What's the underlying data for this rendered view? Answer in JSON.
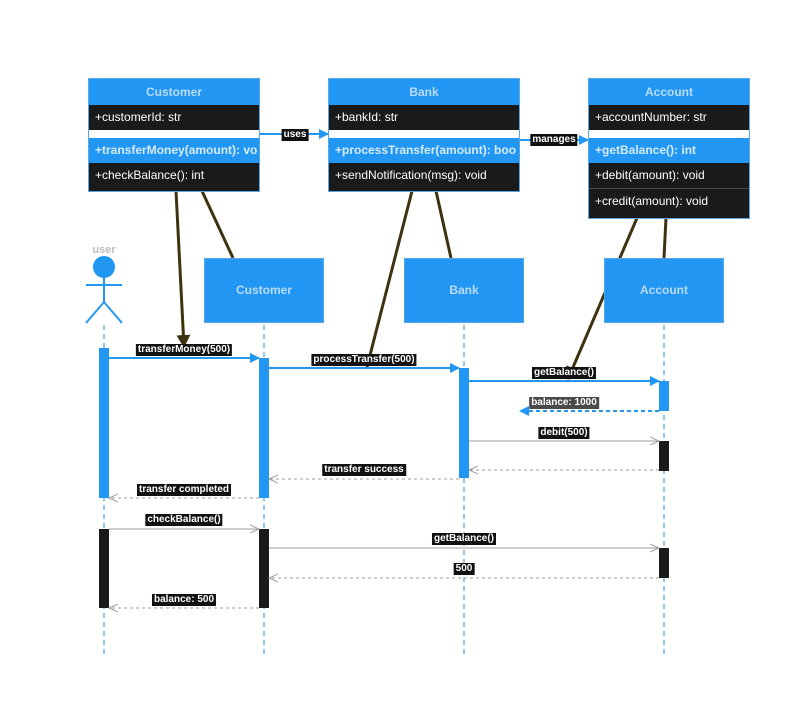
{
  "classes": {
    "customer": {
      "name": "Customer",
      "attributes": [
        "+customerId: str"
      ],
      "methods": [
        "+transferMoney(amount): vo",
        "+checkBalance(): int"
      ]
    },
    "bank": {
      "name": "Bank",
      "attributes": [
        "+bankId: str"
      ],
      "methods": [
        "+processTransfer(amount): boo",
        "+sendNotification(msg): void"
      ]
    },
    "account": {
      "name": "Account",
      "attributes": [
        "+accountNumber: str"
      ],
      "methods": [
        "+getBalance(): int",
        "+debit(amount): void",
        "+credit(amount): void"
      ]
    }
  },
  "relations": {
    "uses": "uses",
    "manages": "manages"
  },
  "actor": {
    "name": "user"
  },
  "lifelines": {
    "customer": "Customer",
    "bank": "Bank",
    "account": "Account"
  },
  "messages": [
    "transferMoney(500)",
    "processTransfer(500)",
    "getBalance()",
    "balance: 1000",
    "debit(500)",
    "transfer success",
    "transfer completed",
    "checkBalance()",
    "getBalance()",
    "500",
    "balance: 500"
  ],
  "colors": {
    "accent_blue": "#2196f3",
    "dark": "#1a1a1a",
    "lifeline": "#5aa7e6",
    "link_arrow": "#3f3210",
    "gray_message": "#9e9e9e"
  }
}
